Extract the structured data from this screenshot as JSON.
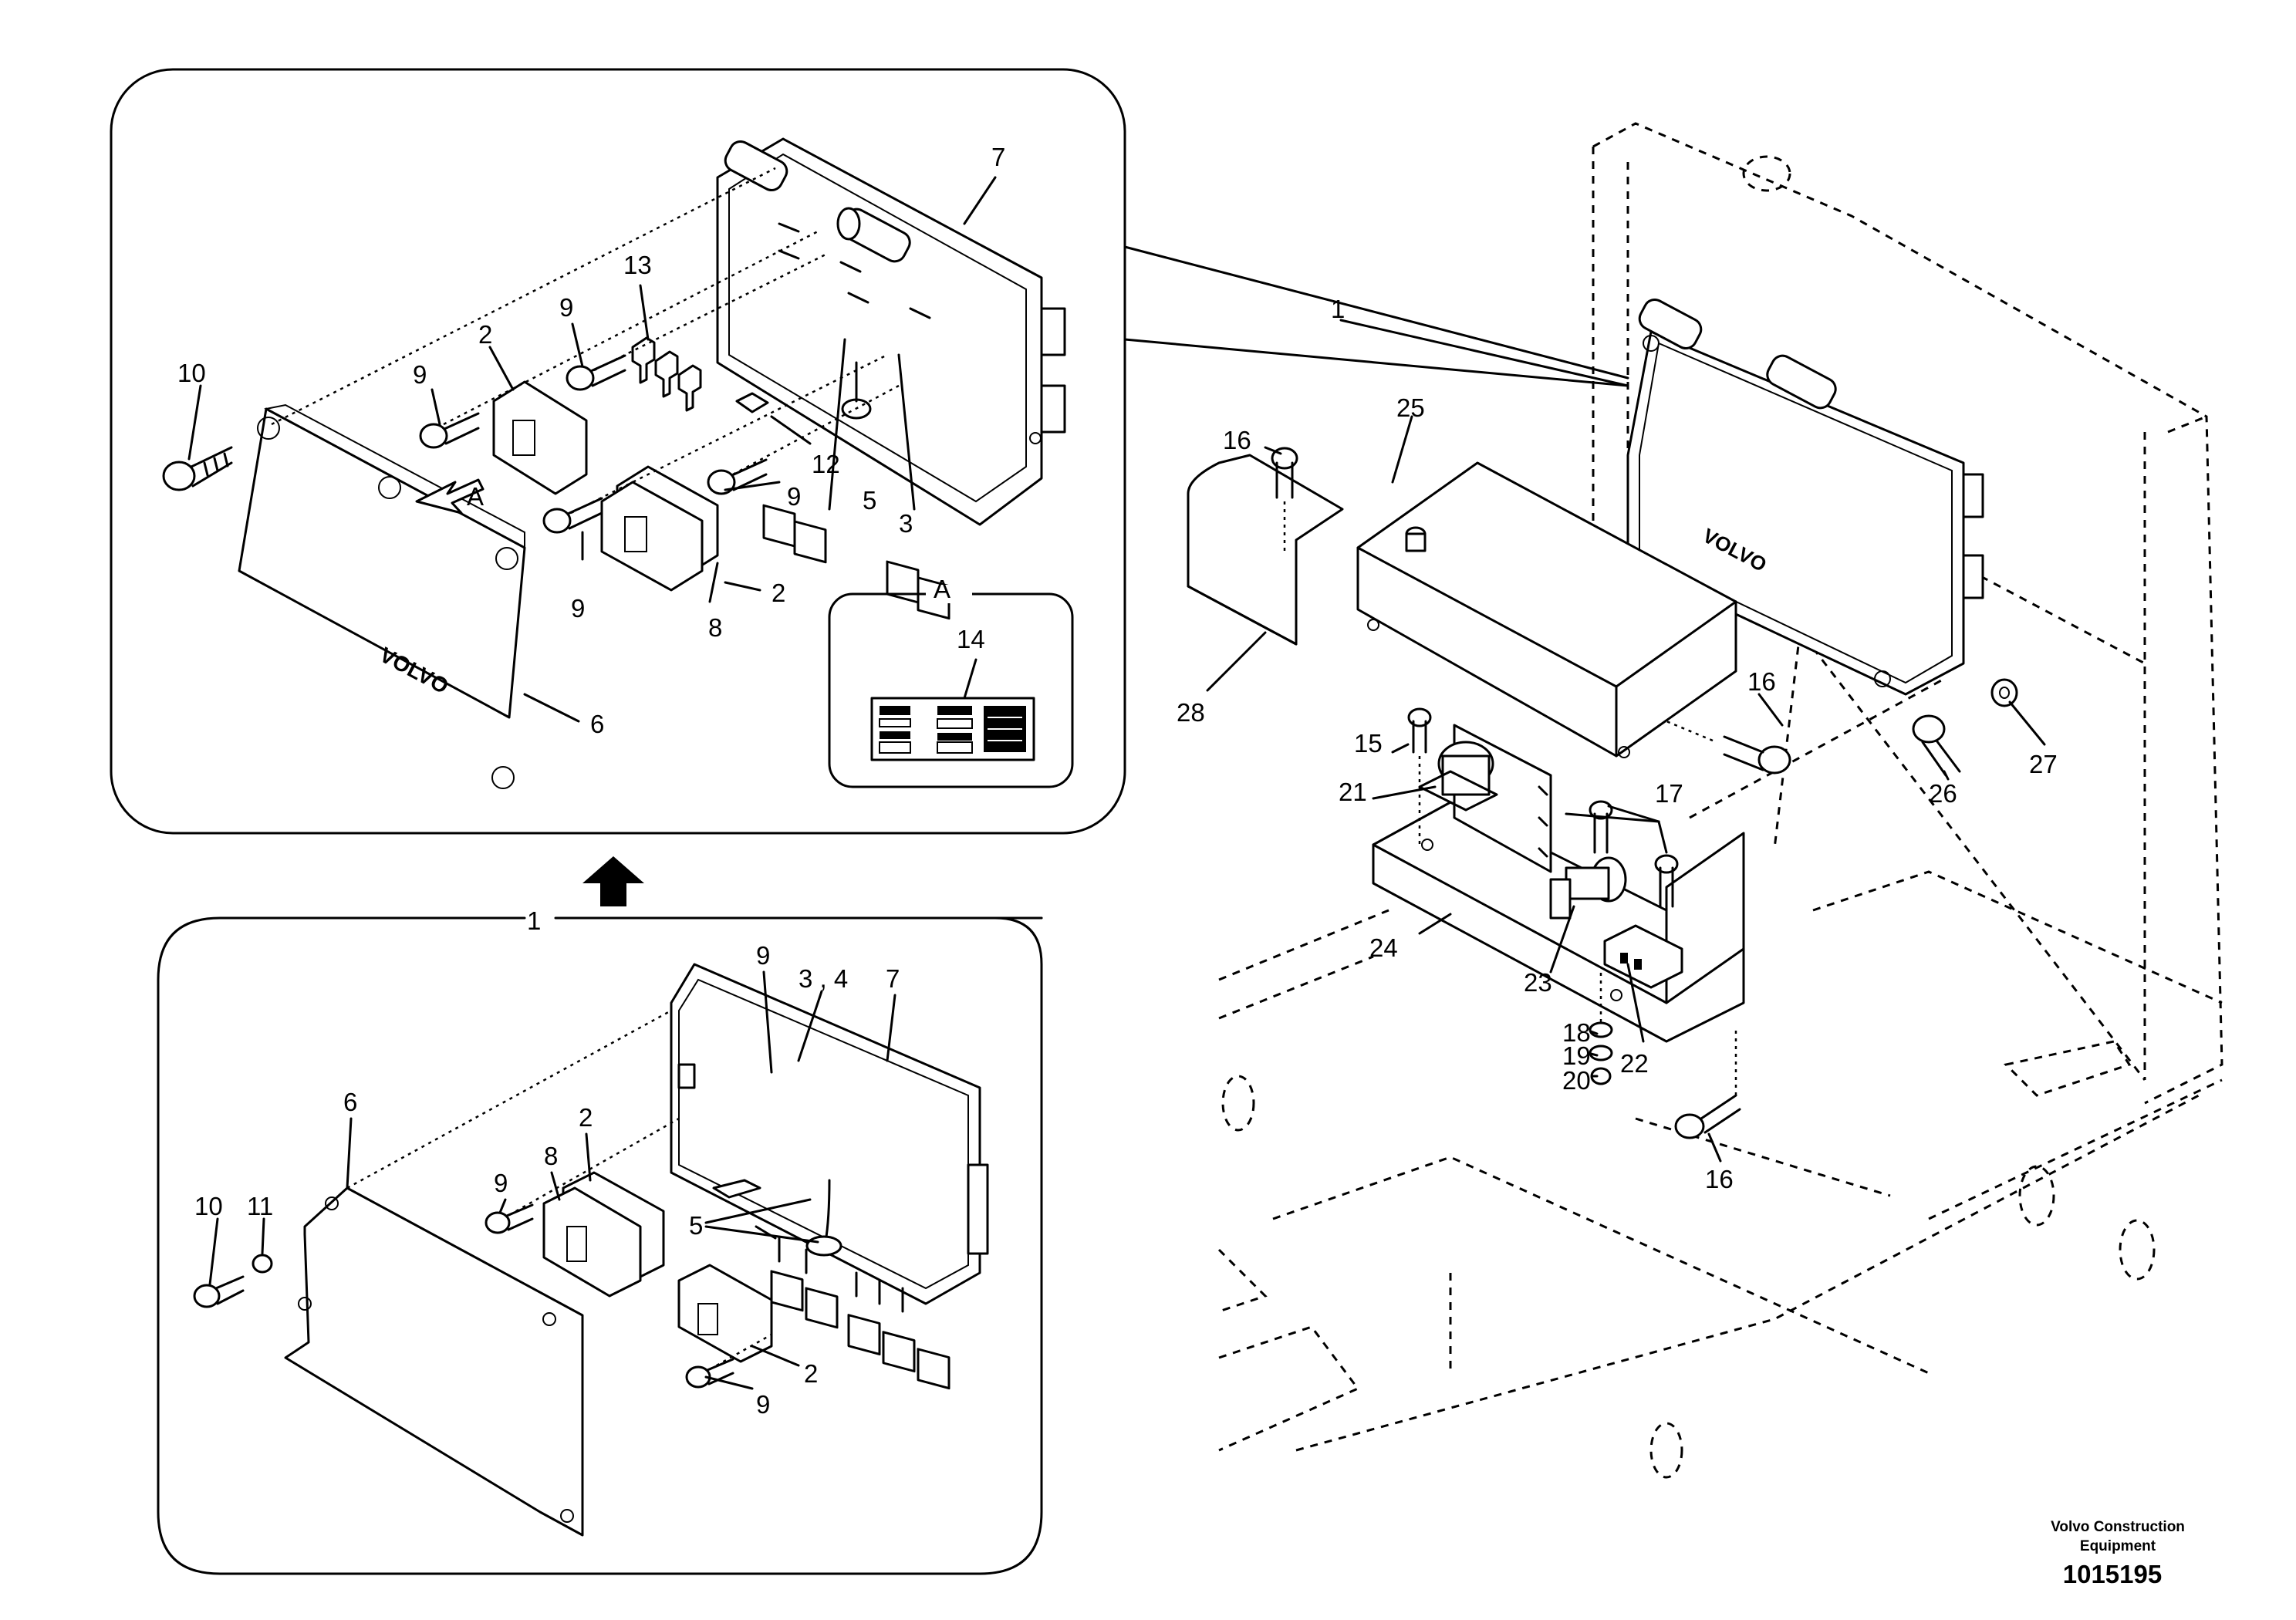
{
  "footer": {
    "company_line1": "Volvo Construction",
    "company_line2": "Equipment",
    "drawing_number": "1015195"
  },
  "view_marker": "A",
  "decal_callout": "14",
  "callouts": {
    "top_inset": {
      "n10": "10",
      "n9a": "9",
      "n2a": "2",
      "n9b": "9",
      "n13": "13",
      "n7": "7",
      "nA": "A",
      "n12": "12",
      "n9c": "9",
      "n5": "5",
      "n3": "3",
      "n9d": "9",
      "n8": "8",
      "n2b": "2",
      "n6": "6"
    },
    "bottom_inset": {
      "n1": "1",
      "n9a": "9",
      "n34": "3 , 4",
      "n7": "7",
      "n6": "6",
      "n2a": "2",
      "n8": "8",
      "n9b": "9",
      "n10": "10",
      "n11": "11",
      "n5": "5",
      "n2b": "2",
      "n9c": "9"
    },
    "main": {
      "n1": "1",
      "n16a": "16",
      "n25": "25",
      "n28": "28",
      "n15": "15",
      "n21": "21",
      "n16b": "16",
      "n17": "17",
      "n26": "26",
      "n27": "27",
      "n24": "24",
      "n23": "23",
      "n18": "18",
      "n19": "19",
      "n20": "20",
      "n22": "22",
      "n16c": "16"
    }
  },
  "brand_label": "VOLVO",
  "icons": [
    "up-arrow-icon"
  ]
}
